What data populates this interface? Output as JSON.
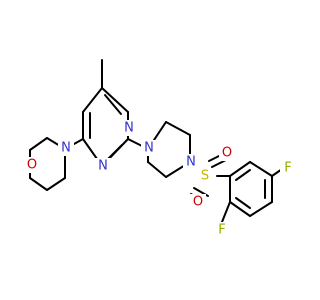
{
  "molecule": {
    "colors": {
      "bond": "#000000",
      "N": "#3333cc",
      "O": "#cc0000",
      "S": "#c8b400",
      "F": "#8fb200",
      "background": "#ffffff"
    },
    "atoms": {
      "morpholine_O": "O",
      "morpholine_N": "N",
      "pyrimidine_N1": "N",
      "pyrimidine_N3": "N",
      "piperazine_N1": "N",
      "piperazine_N4": "N",
      "sulfonyl_S": "S",
      "sulfonyl_O_upper": "O",
      "sulfonyl_O_lower": "O",
      "fluorine_top": "F",
      "fluorine_bottom": "F"
    }
  }
}
